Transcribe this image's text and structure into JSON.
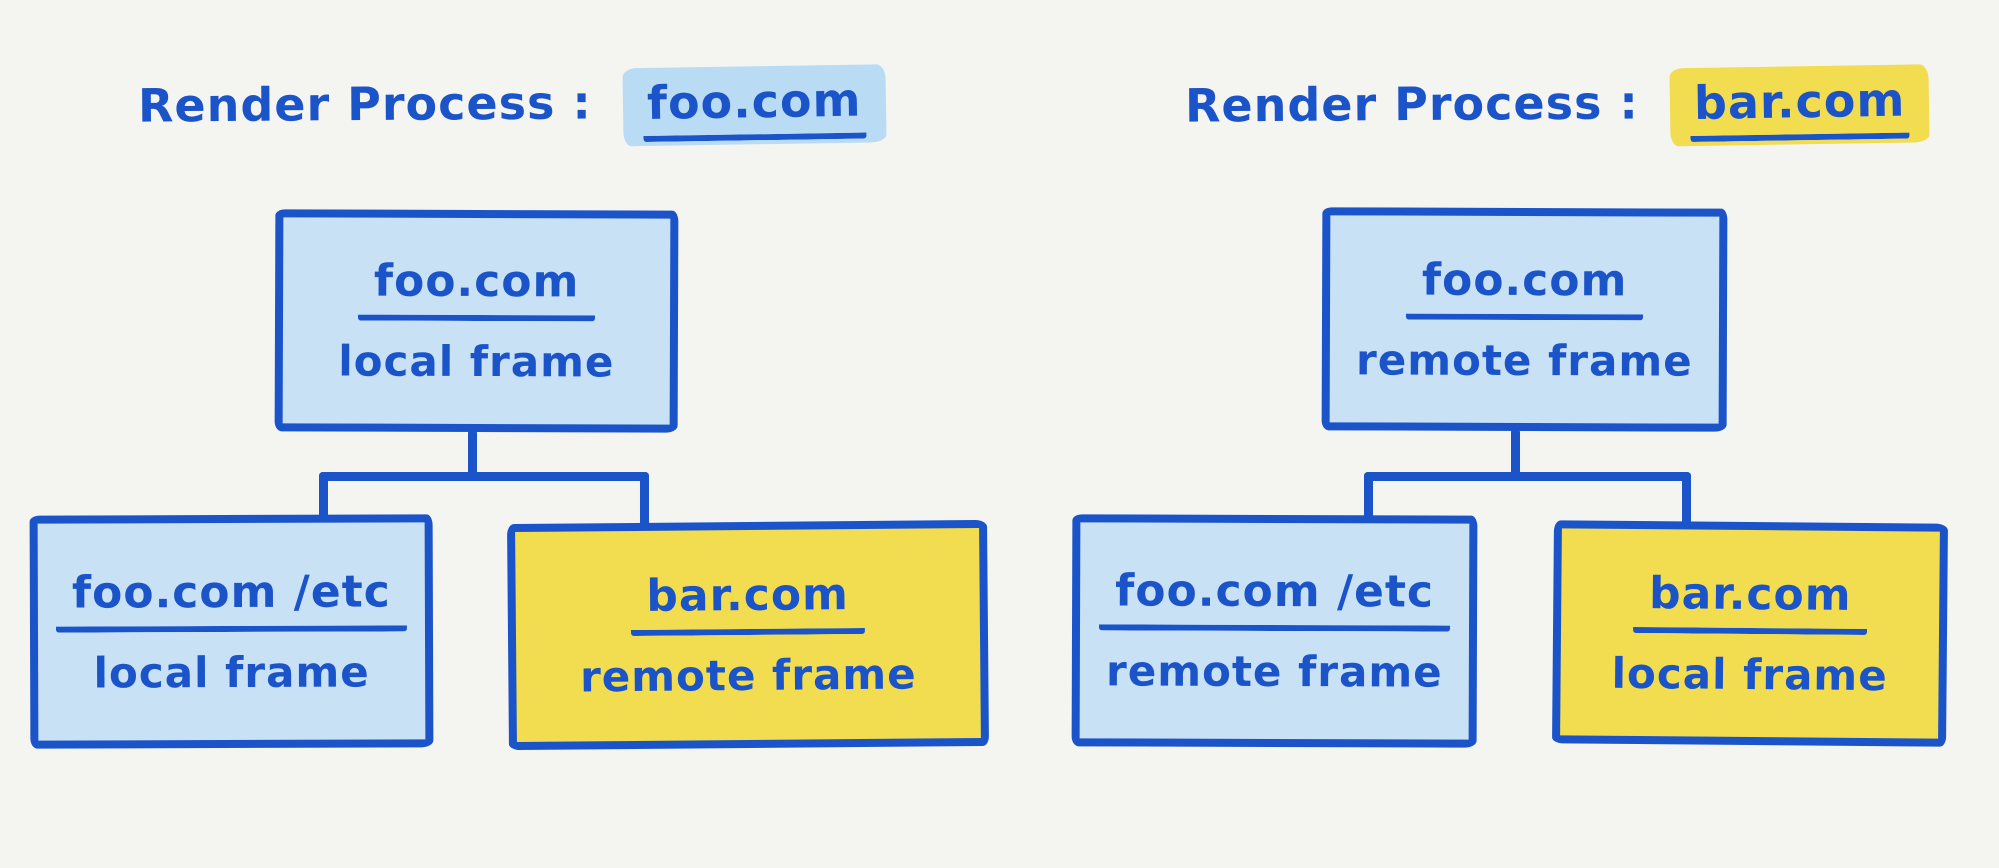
{
  "diagram": {
    "background_color": "#f4f4f1",
    "ink_color": "#1b54c9",
    "blue_fill_color": "#c8e1f5",
    "yellow_fill_color": "#f2dc4f",
    "blue_highlight_color": "#b9dcf4",
    "yellow_highlight_color": "#f2dc4f"
  },
  "trees": [
    {
      "title_prefix": "Render Process :",
      "title_domain": "foo.com",
      "title_highlight": "blue",
      "root": {
        "domain": "foo.com",
        "frame_type": "local frame",
        "variant": "blue"
      },
      "children": [
        {
          "domain": "foo.com /etc",
          "frame_type": "local frame",
          "variant": "blue"
        },
        {
          "domain": "bar.com",
          "frame_type": "remote frame",
          "variant": "yellow"
        }
      ]
    },
    {
      "title_prefix": "Render Process :",
      "title_domain": "bar.com",
      "title_highlight": "yellow",
      "root": {
        "domain": "foo.com",
        "frame_type": "remote frame",
        "variant": "blue"
      },
      "children": [
        {
          "domain": "foo.com /etc",
          "frame_type": "remote frame",
          "variant": "blue"
        },
        {
          "domain": "bar.com",
          "frame_type": "local frame",
          "variant": "yellow"
        }
      ]
    }
  ]
}
